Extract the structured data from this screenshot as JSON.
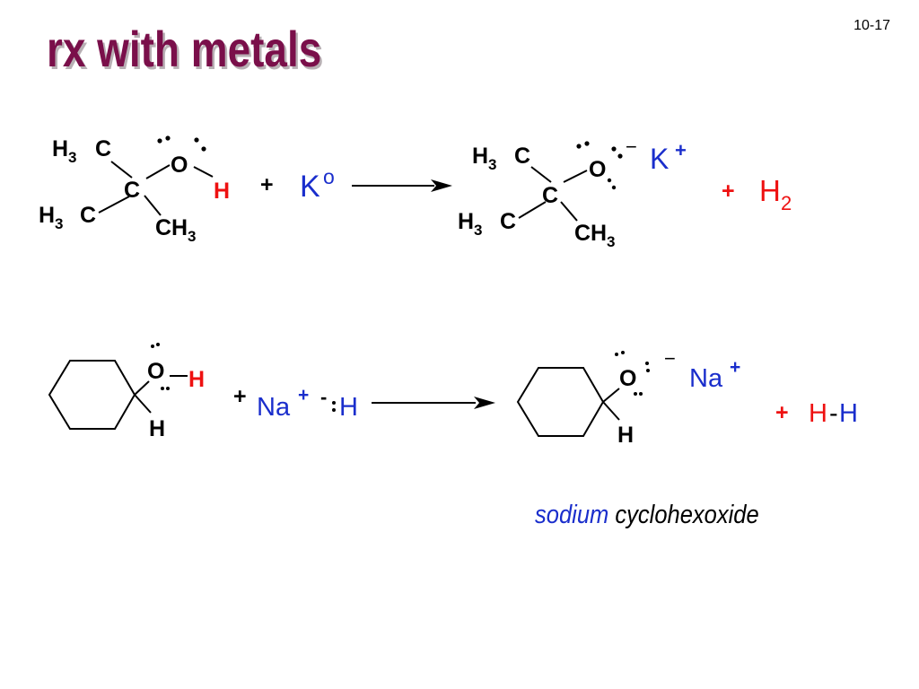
{
  "slide": {
    "title": "rx with metals",
    "number": "10-17"
  },
  "reaction1": {
    "reactant": {
      "carbon": "C",
      "methyl_h": "H",
      "methyl_sub": "3",
      "methyl_c": "C",
      "oxygen": "O",
      "hydrogen": "H"
    },
    "plus_sign": "+",
    "reagent_symbol": "K",
    "reagent_superscript": "o",
    "product": {
      "carbon": "C",
      "oxygen": "O",
      "charge": "−",
      "counterion": "K",
      "counterion_charge": "+"
    },
    "byproduct_plus": "+",
    "byproduct_symbol": "H",
    "byproduct_subscript": "2"
  },
  "reaction2": {
    "reactant": {
      "oxygen": "O",
      "hydroxyl_h": "H",
      "ring_h": "H"
    },
    "plus_sign": "+",
    "reagent_cation": "Na",
    "reagent_cation_charge": "+",
    "reagent_anion_charge": "-",
    "reagent_anion": "H",
    "product": {
      "oxygen": "O",
      "ring_h": "H",
      "charge": "−",
      "counterion": "Na",
      "counterion_charge": "+"
    },
    "byproduct_plus": "+",
    "byproduct_h1": "H",
    "byproduct_dash": "-",
    "byproduct_h2": "H"
  },
  "caption": {
    "part1": "sodium",
    "part2": "cyclohexoxide"
  },
  "colors": {
    "title": "#7a0f4a",
    "red": "#ee1111",
    "blue": "#1a2ecc",
    "black": "#000000"
  }
}
